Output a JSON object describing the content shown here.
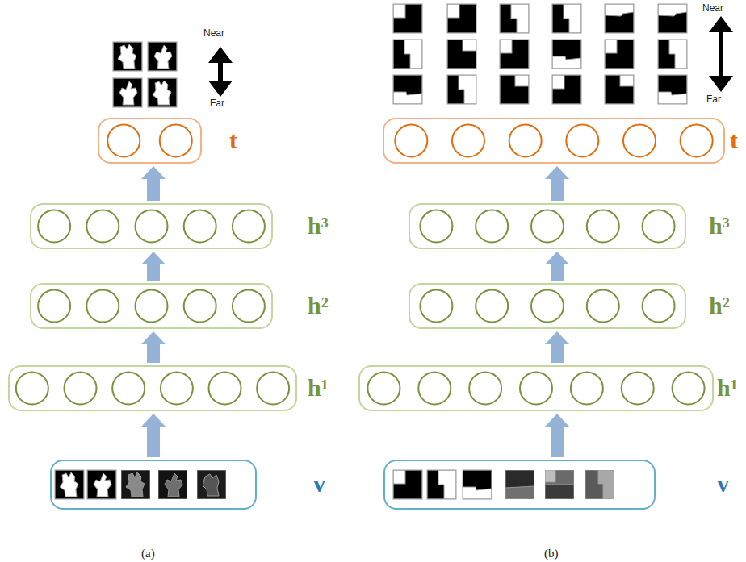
{
  "diagram": {
    "nodes": [
      {
        "text": [
          "t"
        ]
      },
      {
        "text": [
          "h³"
        ]
      },
      {
        "text": [
          "h²"
        ]
      },
      {
        "text": [
          "h¹"
        ]
      },
      {
        "text": [
          "v"
        ]
      },
      {
        "text": [
          "t"
        ]
      },
      {
        "text": [
          "h³"
        ]
      },
      {
        "text": [
          "h²"
        ]
      },
      {
        "text": [
          "h¹"
        ]
      },
      {
        "text": [
          "v"
        ]
      }
    ],
    "edges": [
      {
        "from": 4,
        "to": 3,
        "arrow": "to"
      },
      {
        "from": 3,
        "to": 2,
        "arrow": "to"
      },
      {
        "from": 2,
        "to": 1,
        "arrow": "to"
      },
      {
        "from": 1,
        "to": 0,
        "arrow": "to"
      },
      {
        "from": 9,
        "to": 8,
        "arrow": "to"
      },
      {
        "from": 8,
        "to": 7,
        "arrow": "to"
      },
      {
        "from": 7,
        "to": 6,
        "arrow": "to"
      },
      {
        "from": 6,
        "to": 5,
        "arrow": "to"
      }
    ],
    "labels": [
      "Near",
      "Far",
      "Near",
      "Far",
      "(a)",
      "(b)"
    ]
  }
}
